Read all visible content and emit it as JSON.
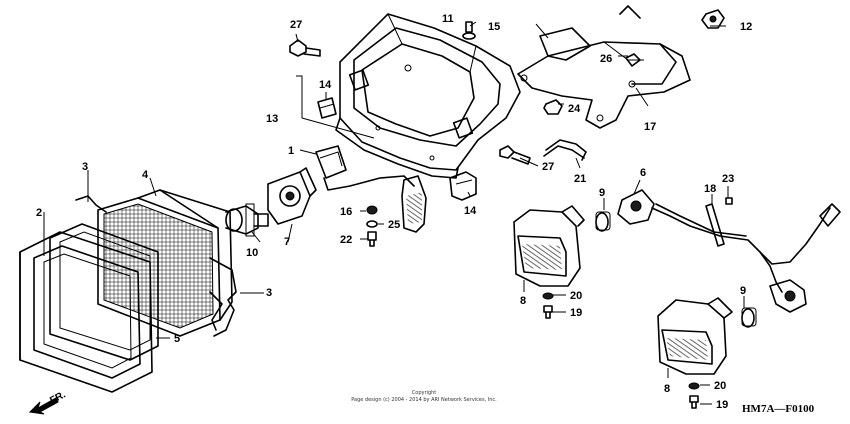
{
  "diagram": {
    "code": "HM7A—F0100",
    "direction_label": "FR.",
    "copyright_title": "Copyright",
    "copyright_text": "Page design (c) 2004 - 2014 by ARI Network Services, Inc.",
    "callouts": {
      "c1": "1",
      "c2": "2",
      "c3a": "3",
      "c3b": "3",
      "c4": "4",
      "c5": "5",
      "c6": "6",
      "c7": "7",
      "c8a": "8",
      "c8b": "8",
      "c9a": "9",
      "c9b": "9",
      "c10": "10",
      "c11": "11",
      "c12": "12",
      "c13": "13",
      "c14a": "14",
      "c14b": "14",
      "c15": "15",
      "c16": "16",
      "c17": "17",
      "c18": "18",
      "c19a": "19",
      "c19b": "19",
      "c20a": "20",
      "c20b": "20",
      "c21": "21",
      "c22": "22",
      "c23": "23",
      "c24": "24",
      "c25": "25",
      "c26": "26",
      "c27a": "27",
      "c27b": "27"
    }
  }
}
